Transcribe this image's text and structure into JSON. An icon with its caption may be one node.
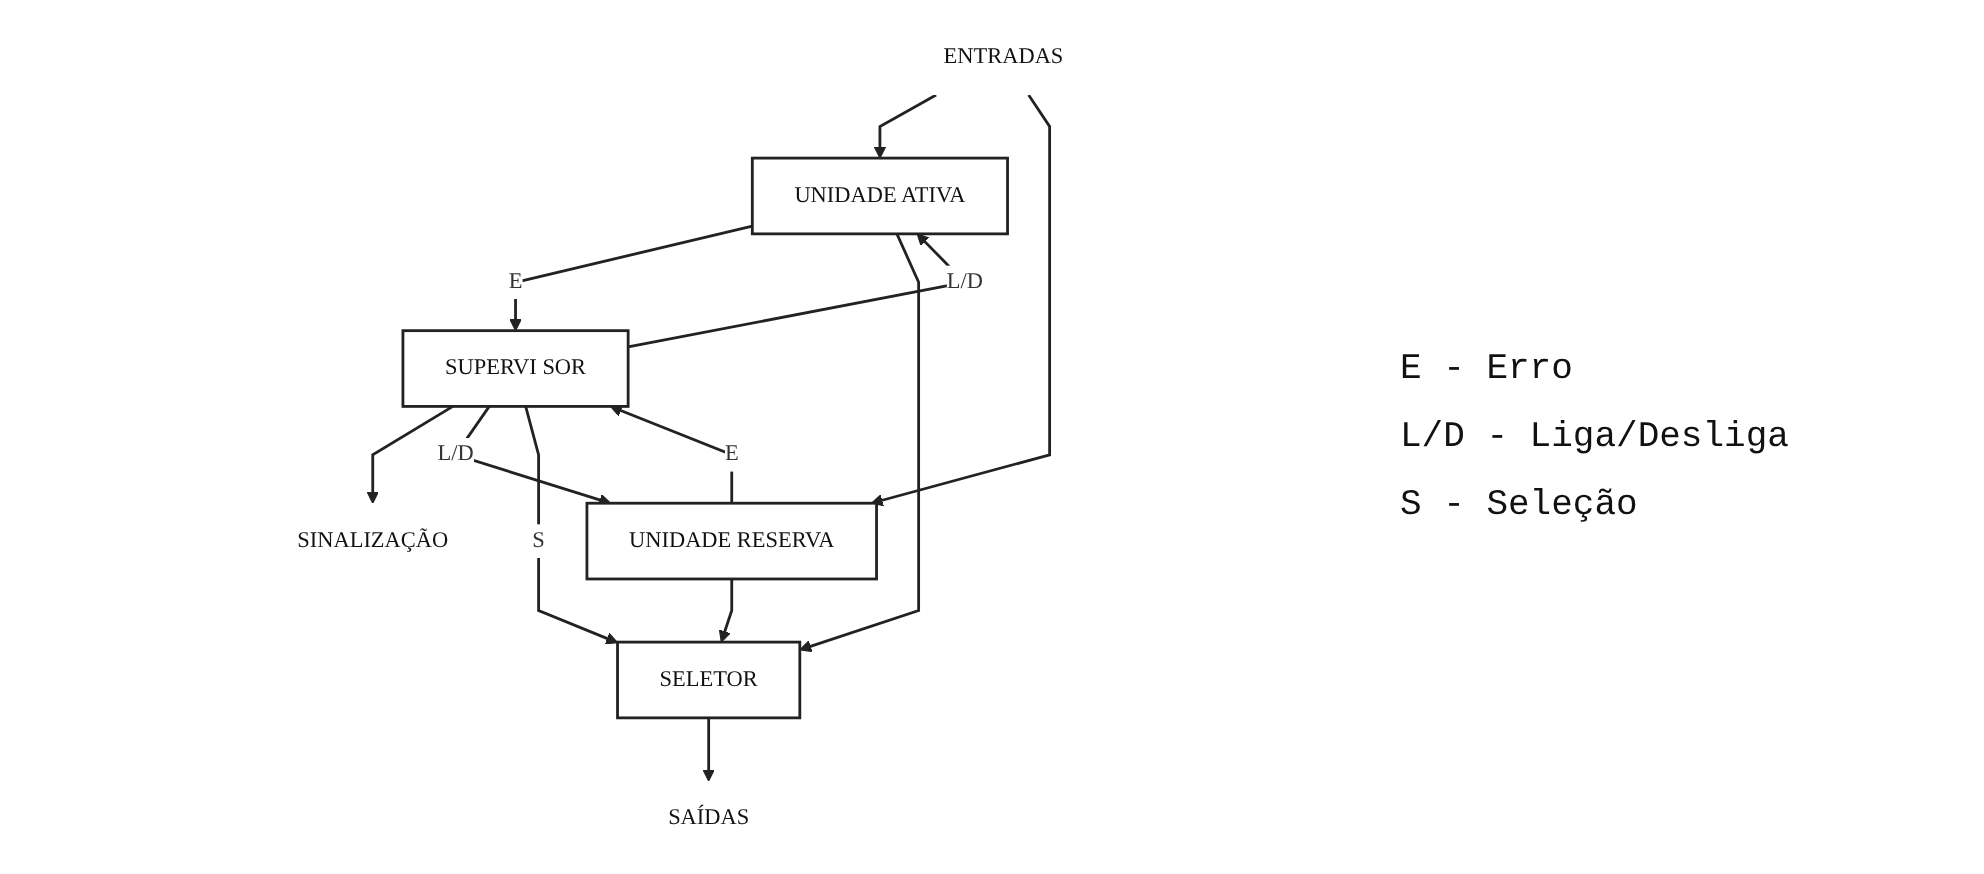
{
  "diagram": {
    "nodes": [
      {
        "text": [
          "ENTRADAS"
        ]
      },
      {
        "text": [
          "SINALIZAÇÃO"
        ]
      },
      {
        "text": [
          "UNIDADE ATIVA"
        ]
      },
      {
        "text": [
          "SUPERVI SOR"
        ]
      },
      {
        "text": [
          "UNIDADE RESERVA"
        ]
      },
      {
        "text": [
          "SELETOR"
        ]
      },
      {
        "text": [
          "SAÍDAS"
        ]
      }
    ],
    "edges": [
      {
        "from": 0,
        "to": 2,
        "arrow": "to"
      },
      {
        "from": 0,
        "to": 4,
        "arrow": "to"
      },
      {
        "from": 3,
        "to": 1,
        "arrow": "to"
      },
      {
        "from": 2,
        "to": 3,
        "arrow": "to",
        "label": "E"
      },
      {
        "from": 3,
        "to": 2,
        "arrow": "to",
        "label": "L/D"
      },
      {
        "from": 4,
        "to": 3,
        "arrow": "to",
        "label": "E"
      },
      {
        "from": 3,
        "to": 4,
        "arrow": "to",
        "label": "L/D"
      },
      {
        "from": 3,
        "to": 5,
        "arrow": "to",
        "label": "S"
      },
      {
        "from": 2,
        "to": 5,
        "arrow": "to"
      },
      {
        "from": 4,
        "to": 5,
        "arrow": "to"
      },
      {
        "from": 5,
        "to": 6,
        "arrow": "to"
      }
    ],
    "labels": [
      "E - Erro",
      "L/D - Liga/Desliga",
      "S - Seleção"
    ]
  }
}
